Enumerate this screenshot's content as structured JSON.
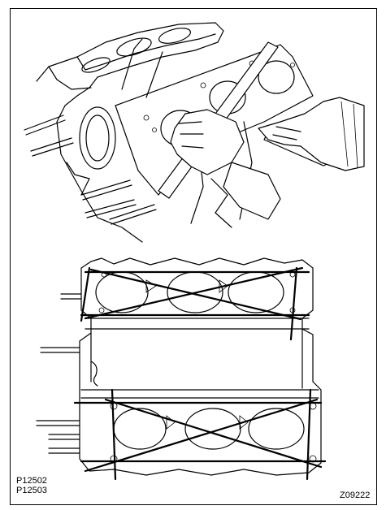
{
  "figure": {
    "part_codes": [
      "P12502",
      "P12503"
    ],
    "reference_code": "Z09222"
  }
}
